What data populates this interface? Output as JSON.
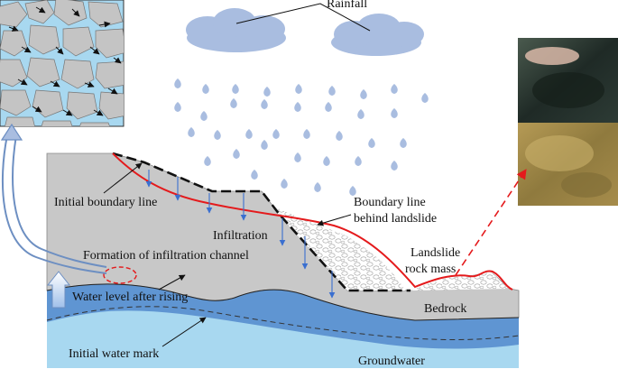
{
  "diagram": {
    "labels": {
      "rainfall": "Rainfall",
      "initial_boundary_line": "Initial boundary line",
      "infiltration": "Infiltration",
      "boundary_line_behind_landslide_1": "Boundary line",
      "boundary_line_behind_landslide_2": "behind landslide",
      "landslide_rock_mass_1": "Landslide",
      "landslide_rock_mass_2": "rock mass",
      "formation_of_infiltration_channel": "Formation of infiltration channel",
      "water_level_after_rising": "Water level after rising",
      "bedrock": "Bedrock",
      "initial_water_mark": "Initial water mark",
      "groundwater": "Groundwater"
    },
    "colors": {
      "cloud": "#a9bde0",
      "raindrop": "#a9bde0",
      "slope_fill": "#c8c8c8",
      "raised_water": "#5f95d2",
      "groundwater": "#a8d8f0",
      "boundary_red": "#e41a1c",
      "arrow_blue": "#3a6fd0",
      "inset_water": "#a8d8f0",
      "inset_grain": "#c4c4c4"
    }
  }
}
